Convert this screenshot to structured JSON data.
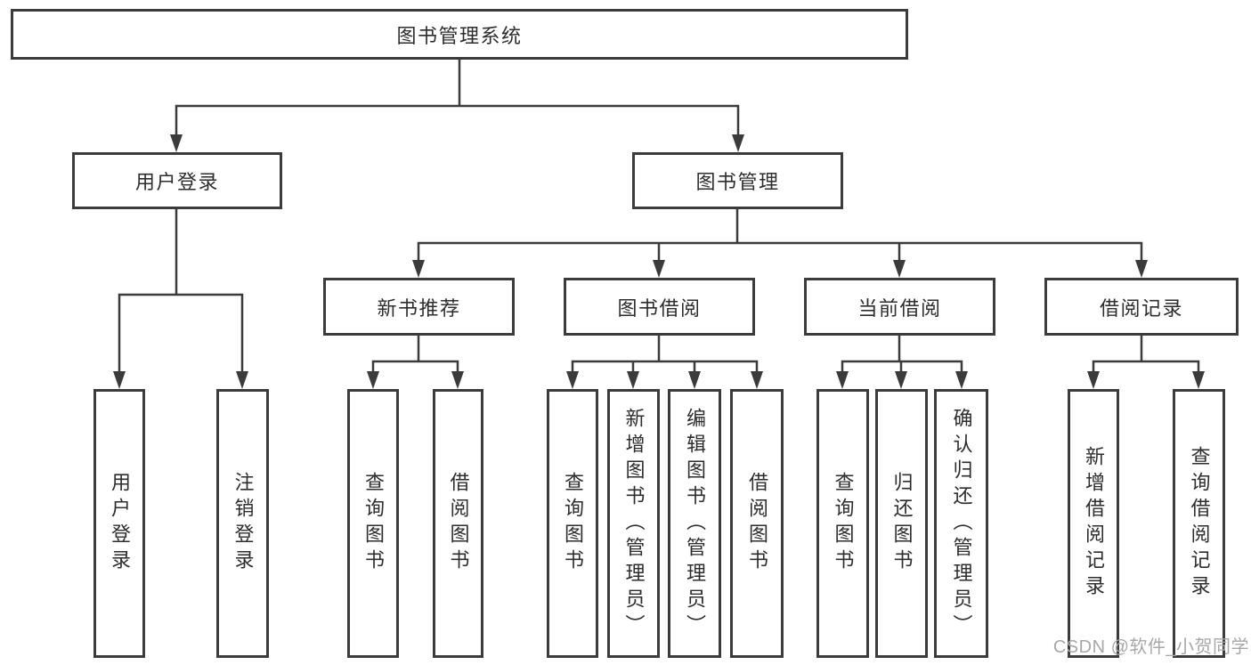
{
  "diagram_title": "图书管理系统",
  "colors": {
    "line": "#3b3b3b",
    "box_border": "#3b3b3b",
    "text": "#2d2d2d",
    "watermark": "#a8a8a8",
    "background": "#ffffff"
  },
  "nodes": {
    "root": {
      "label": "图书管理系统"
    },
    "user_login": {
      "label": "用户登录"
    },
    "book_mgmt": {
      "label": "图书管理"
    },
    "new_book_rec": {
      "label": "新书推荐"
    },
    "book_borrow": {
      "label": "图书借阅"
    },
    "current_borrow": {
      "label": "当前借阅"
    },
    "borrow_record": {
      "label": "借阅记录"
    },
    "leaves": {
      "user_login_leaf": "用户登录",
      "logout": "注销登录",
      "query_book_1": "查询图书",
      "borrow_book_1": "借阅图书",
      "query_book_2": "查询图书",
      "add_book": "新增图书（管理员）",
      "edit_book": "编辑图书（管理员）",
      "borrow_book_2": "借阅图书",
      "query_book_3": "查询图书",
      "return_book": "归还图书",
      "confirm_return": "确认归还（管理员）",
      "add_borrow_record": "新增借阅记录",
      "query_borrow_record": "查询借阅记录"
    }
  },
  "watermark": {
    "text": "CSDN @软件_小贺同学"
  }
}
